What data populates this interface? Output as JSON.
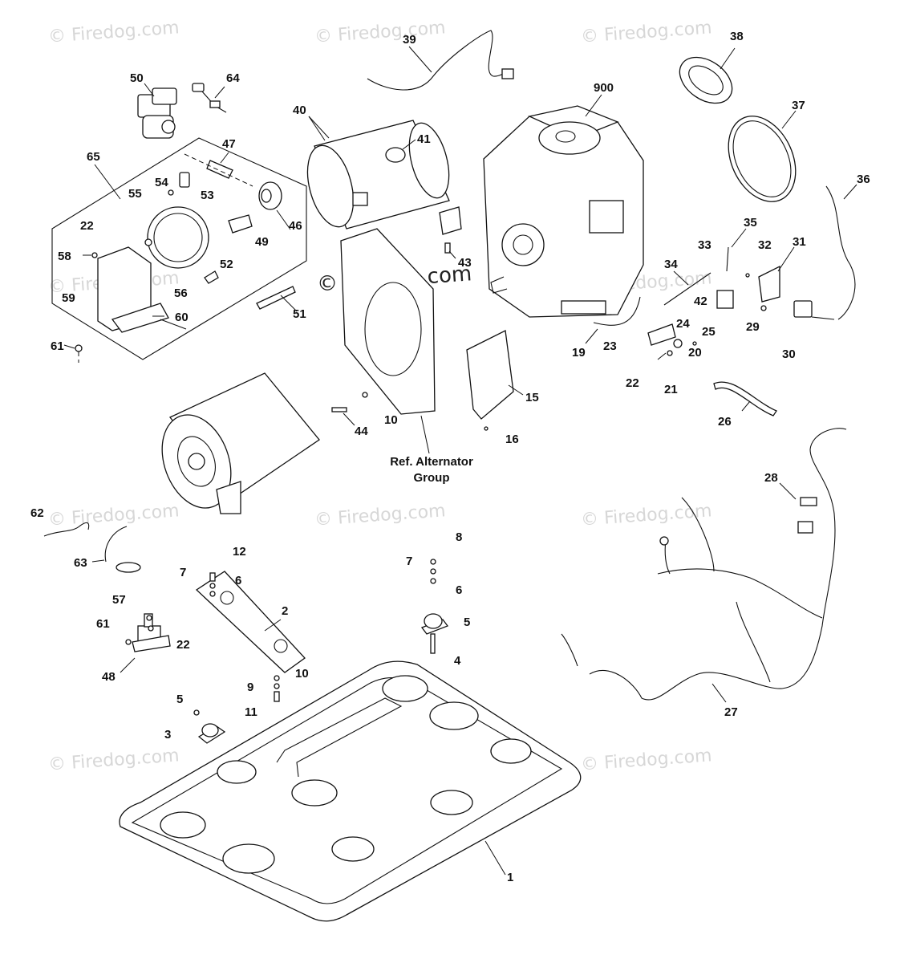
{
  "watermarks": {
    "text": "© Firedog.com",
    "center_text": "© Firedog.com"
  },
  "ref_note": {
    "line1": "Ref. Alternator",
    "line2": "Group"
  },
  "callouts": {
    "c1": "1",
    "c2": "2",
    "c3": "3",
    "c4": "4",
    "c5a": "5",
    "c5b": "5",
    "c6a": "6",
    "c6b": "6",
    "c7a": "7",
    "c7b": "7",
    "c8": "8",
    "c9": "9",
    "c10a": "10",
    "c10b": "10",
    "c11": "11",
    "c12": "12",
    "c15": "15",
    "c16": "16",
    "c19": "19",
    "c20": "20",
    "c21": "21",
    "c22a": "22",
    "c22b": "22",
    "c22c": "22",
    "c23": "23",
    "c24": "24",
    "c25": "25",
    "c26": "26",
    "c27": "27",
    "c28": "28",
    "c29": "29",
    "c30": "30",
    "c31": "31",
    "c32": "32",
    "c33": "33",
    "c34": "34",
    "c35": "35",
    "c36": "36",
    "c37": "37",
    "c38": "38",
    "c39": "39",
    "c40": "40",
    "c41": "41",
    "c42": "42",
    "c43": "43",
    "c44": "44",
    "c46": "46",
    "c47": "47",
    "c48": "48",
    "c49": "49",
    "c50": "50",
    "c51": "51",
    "c52": "52",
    "c53": "53",
    "c54": "54",
    "c55": "55",
    "c56": "56",
    "c57": "57",
    "c58": "58",
    "c59": "59",
    "c60": "60",
    "c61a": "61",
    "c61b": "61",
    "c62": "62",
    "c63": "63",
    "c64": "64",
    "c65": "65",
    "c900": "900"
  }
}
